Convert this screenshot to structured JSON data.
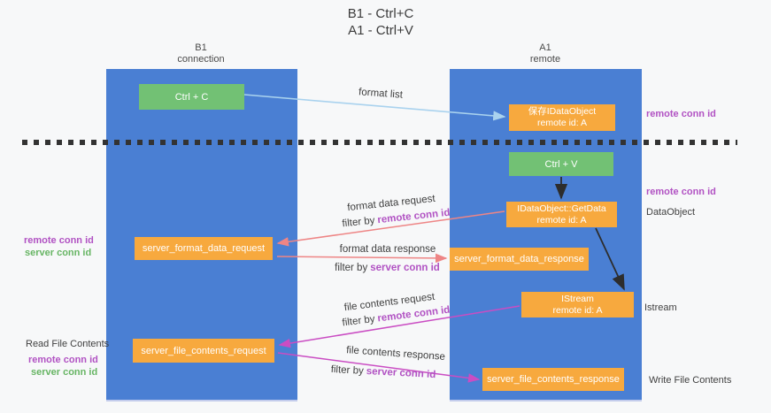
{
  "title": {
    "line1": "B1 - Ctrl+C",
    "line2": "A1 - Ctrl+V"
  },
  "lanes": {
    "left": {
      "name": "B1",
      "role": "connection"
    },
    "right": {
      "name": "A1",
      "role": "remote"
    }
  },
  "boxes": {
    "ctrl_c": "Ctrl + C",
    "ctrl_v": "Ctrl + V",
    "save_dataobject": {
      "line1": "保存IDataObject",
      "line2": "remote id: A"
    },
    "getdata": {
      "line1": "IDataObject::GetData",
      "line2": "remote id: A"
    },
    "istream": {
      "line1": "IStream",
      "line2": "remote id: A"
    },
    "format_request": "server_format_data_request",
    "format_response": "server_format_data_response",
    "file_request": "server_file_contents_request",
    "file_response": "server_file_contents_response"
  },
  "flow_labels": {
    "format_list": "format list",
    "format_data_request": "format data request",
    "format_data_response": "format data response",
    "file_contents_request": "file contents request",
    "file_contents_response": "file contents response",
    "filter_by": "filter by",
    "remote_conn_id": "remote conn id",
    "server_conn_id": "server conn id"
  },
  "side_labels": {
    "remote_conn_id": "remote conn id",
    "server_conn_id": "server conn id",
    "dataobject": "DataObject",
    "istream": "Istream",
    "read_file_contents": "Read File Contents",
    "write_file_contents": "Write File Contents"
  },
  "colors": {
    "bg": "#f7f8f9",
    "lane_blue": "#4a7fd3",
    "box_orange": "#f7a93e",
    "box_green": "#72c174",
    "text_dark": "#3c3c3c",
    "purple_label": "#b152c3",
    "green_label": "#67b564",
    "arrow_salmon": "#ee8585",
    "arrow_magenta": "#ca4dc3",
    "arrow_lightblue": "#a9d2ee",
    "arrow_black": "#2d2d2d",
    "dash_color": "#333333"
  }
}
